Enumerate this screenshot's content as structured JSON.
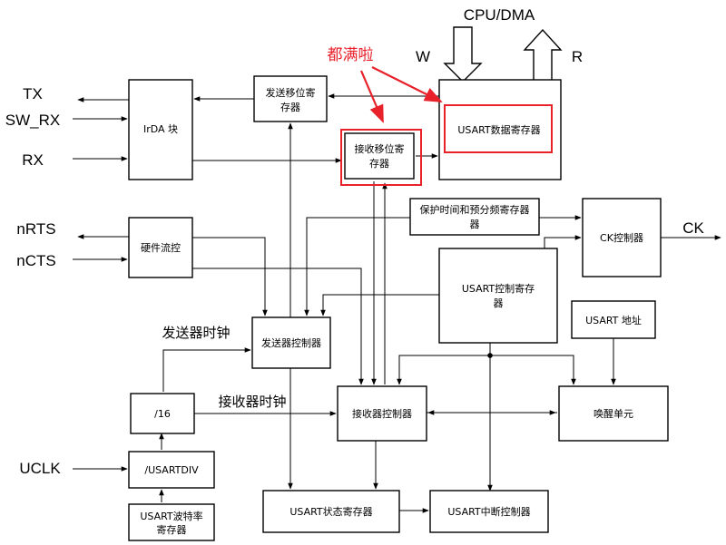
{
  "external": {
    "cpu_dma": "CPU/DMA",
    "w": "W",
    "r": "R",
    "tx": "TX",
    "sw_rx": "SW_RX",
    "rx": "RX",
    "nrts": "nRTS",
    "ncts": "nCTS",
    "ck": "CK",
    "uclk": "UCLK"
  },
  "blocks": {
    "irda": "IrDA 块",
    "tx_shift_1": "发送移位寄",
    "tx_shift_2": "存器",
    "rx_shift_1": "接收移位寄",
    "rx_shift_2": "存器",
    "data_reg": "USART数据寄存器",
    "guard_1": "保护时间和预分频寄存器",
    "guard_2": "器",
    "ck_ctrl": "CK控制器",
    "hw_flow": "硬件流控",
    "ctrl_reg_1": "USART控制寄存",
    "ctrl_reg_2": "器",
    "usart_addr": "USART 地址",
    "tx_ctrl": "发送器控制器",
    "rx_ctrl": "接收器控制器",
    "wakeup": "唤醒单元",
    "div16": "/16",
    "usartdiv": "/USARTDIV",
    "baud_1": "USART波特率",
    "baud_2": "寄存器",
    "status_reg": "USART状态寄存器",
    "irq_ctrl": "USART中断控制器"
  },
  "clocks": {
    "tx_clock": "发送器时钟",
    "rx_clock": "接收器时钟"
  },
  "annotation": {
    "text": "都满啦",
    "color": "#e8212a"
  }
}
